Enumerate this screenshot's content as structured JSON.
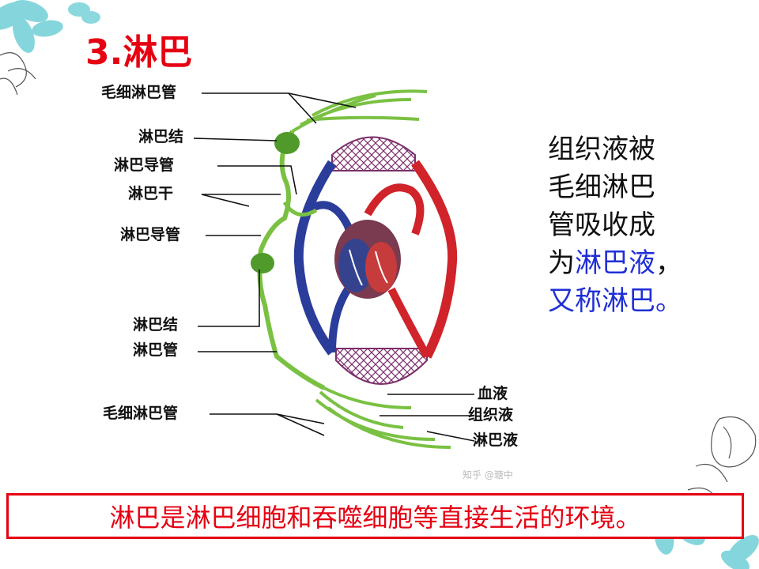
{
  "slide": {
    "title": "3.淋巴",
    "colors": {
      "title": "#e60012",
      "text_black": "#111111",
      "text_blue": "#1f2fd6",
      "box_border": "#e60012",
      "note_text": "#e60012",
      "vein": "#2b3d9b",
      "artery": "#d0232a",
      "lymph": "#7ac143",
      "flower_teal": "#6fd0d6"
    }
  },
  "diagram": {
    "labels": {
      "capillary_lymph_top": "毛细淋巴管",
      "lymph_node_top": "淋巴结",
      "lymph_duct_top": "淋巴导管",
      "lymph_trunk": "淋巴干",
      "lymph_duct_mid": "淋巴导管",
      "lymph_node_bottom": "淋巴结",
      "lymph_vessel": "淋巴管",
      "capillary_lymph_bottom": "毛细淋巴管",
      "blood": "血液",
      "tissue_fluid": "组织液",
      "lymph_fluid": "淋巴液"
    },
    "watermark": "知乎 @瑭中",
    "icons": [
      "heart-icon",
      "lymph-node-icon",
      "flower-decoration"
    ]
  },
  "side_text": {
    "line1": "组织液被",
    "line2": "毛细淋巴",
    "line3": "管吸收成",
    "line4_black": "为",
    "line4_blue": "淋巴液",
    "line4_end": "，",
    "line5_blue": "又称淋巴",
    "line5_end": "。"
  },
  "note": {
    "text": "淋巴是淋巴细胞和吞噬细胞等直接生活的环境。"
  }
}
